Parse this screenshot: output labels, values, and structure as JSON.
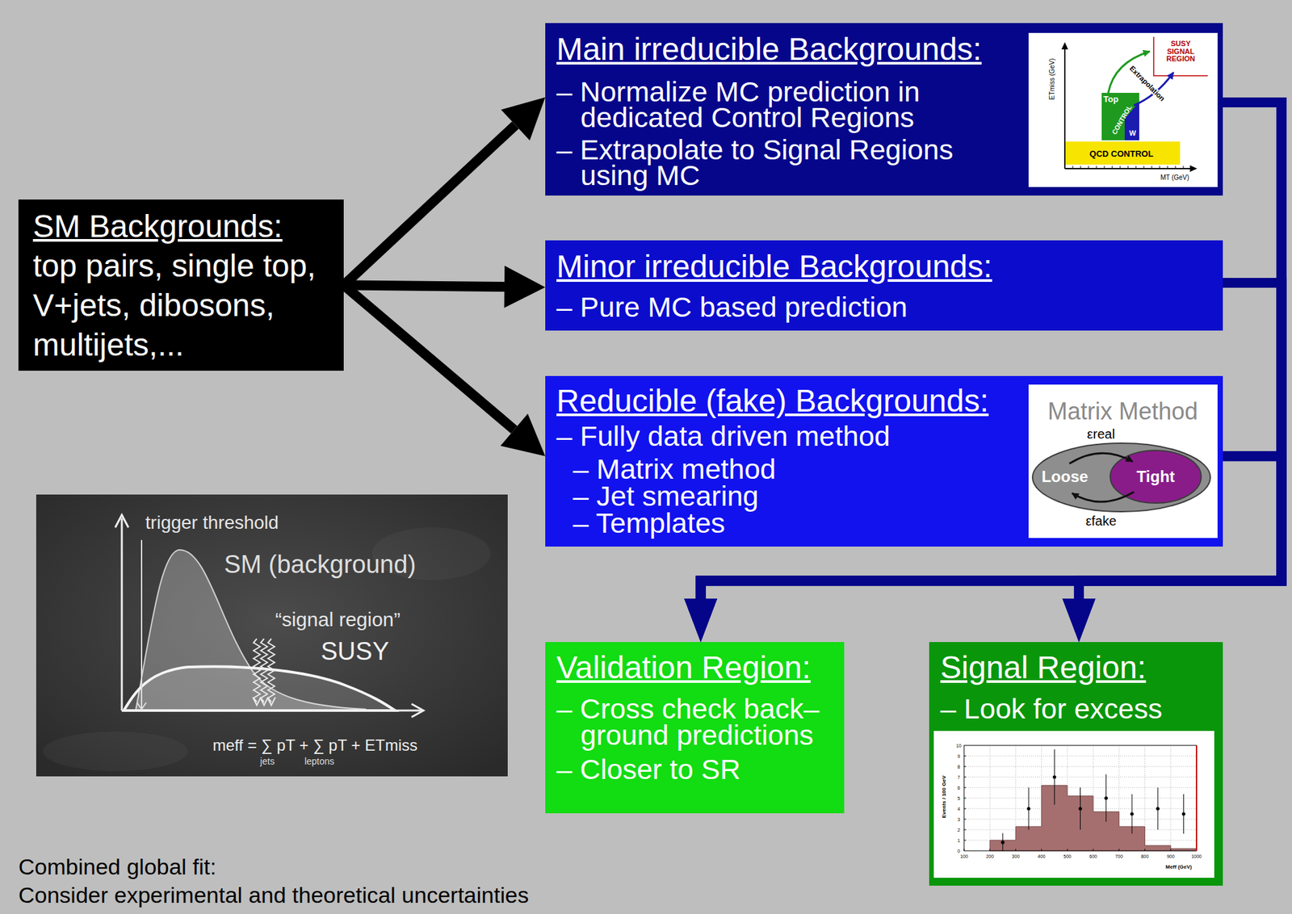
{
  "diagram": {
    "nodes": [
      {
        "text": [
          "SM Backgrounds:",
          "top pairs, single top, V+jets, dibosons, multijets,..."
        ]
      },
      {
        "text": [
          "Main irreducible Backgrounds:",
          "– Normalize MC prediction in dedicated Control Regions",
          "– Extrapolate to Signal Regions using MC"
        ]
      },
      {
        "text": [
          "SUSY SIGNAL REGION",
          "Extrapolation",
          "Top",
          "CONTROL",
          "W",
          "QCD CONTROL",
          "ETmiss (GeV)",
          "MT (GeV)"
        ],
        "in": 1
      },
      {
        "text": [
          "Minor irreducible Backgrounds:",
          "– Pure MC based prediction"
        ]
      },
      {
        "text": [
          "Reducible (fake) Backgrounds:",
          "– Fully data driven method",
          "– Matrix method",
          "– Jet smearing",
          "– Templates"
        ]
      },
      {
        "text": [
          "Matrix Method",
          "εreal",
          "Loose",
          "Tight",
          "εfake"
        ],
        "in": 4
      },
      {
        "text": [
          "trigger threshold",
          "SM (background)",
          "“signal region”",
          "SUSY",
          "meff = ∑ pT + ∑ pT + ETmiss",
          "jets",
          "leptons"
        ]
      },
      {
        "text": [
          "Validation Region:",
          "– Cross check back– ground predictions",
          "– Closer to SR"
        ]
      },
      {
        "text": [
          "Signal Region:",
          "– Look for excess"
        ]
      },
      {
        "text": [
          "Events / 100 GeV",
          "Meff (GeV)",
          "100",
          "200",
          "300",
          "400",
          "500",
          "600",
          "700",
          "800",
          "900",
          "1000",
          "0",
          "1",
          "2",
          "3",
          "4",
          "5",
          "6",
          "7",
          "8",
          "9",
          "10"
        ],
        "in": 8
      }
    ],
    "edges": [
      {
        "from": 0,
        "to": 1,
        "arrow": "to"
      },
      {
        "from": 0,
        "to": 3,
        "arrow": "to"
      },
      {
        "from": 0,
        "to": 4,
        "arrow": "to"
      },
      {
        "from": 1,
        "to": 7,
        "arrow": "to"
      },
      {
        "from": 1,
        "to": 8,
        "arrow": "to"
      },
      {
        "from": 3,
        "to": 7,
        "arrow": "to"
      },
      {
        "from": 3,
        "to": 8,
        "arrow": "to"
      },
      {
        "from": 4,
        "to": 7,
        "arrow": "to"
      },
      {
        "from": 4,
        "to": 8,
        "arrow": "to"
      }
    ],
    "labels": [
      "Combined global fit:",
      "Consider experimental and theoretical uncertainties"
    ]
  }
}
